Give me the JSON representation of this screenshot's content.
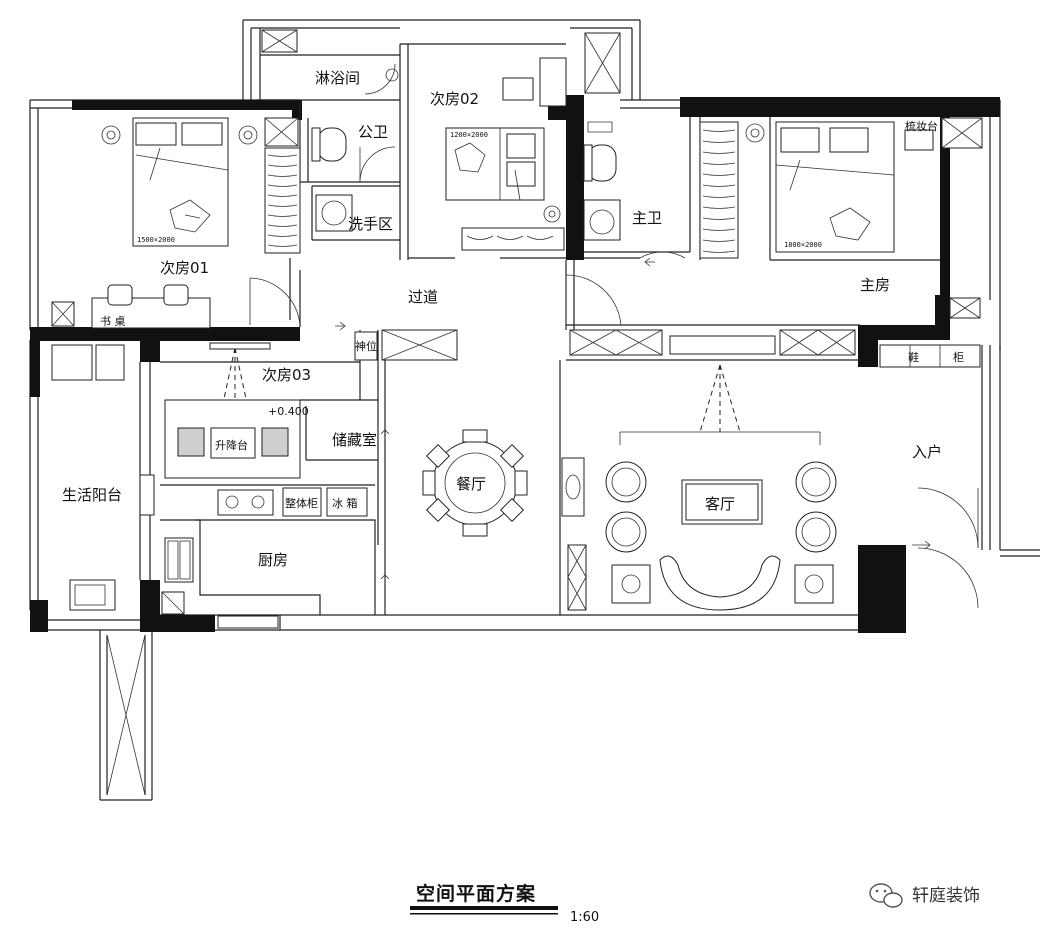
{
  "rooms": {
    "shower": "淋浴间",
    "public_wc": "公卫",
    "wash_area": "洗手区",
    "bedroom_02": "次房02",
    "bed_02_size": "1200×2000",
    "master_bath": "主卫",
    "bedroom_01": "次房01",
    "bed_01_size": "1500×2000",
    "desk": "书  桌",
    "corridor": "过道",
    "master_bedroom": "主房",
    "bed_master_size": "1800×2000",
    "dresser": "梳妆台",
    "shoe_cab_1": "鞋",
    "shoe_cab_2": "柜",
    "entrance": "入户",
    "bedroom_03": "次房03",
    "shrine": "神位",
    "elevation": "+0.400",
    "lift_table": "升降台",
    "storage": "储藏室",
    "dining": "餐厅",
    "living": "客厅",
    "balcony": "生活阳台",
    "tall_cabinet": "整体柜",
    "fridge": "冰 箱",
    "kitchen": "厨房"
  },
  "title": "空间平面方案",
  "scale": "1:60",
  "brand": "轩庭装饰"
}
